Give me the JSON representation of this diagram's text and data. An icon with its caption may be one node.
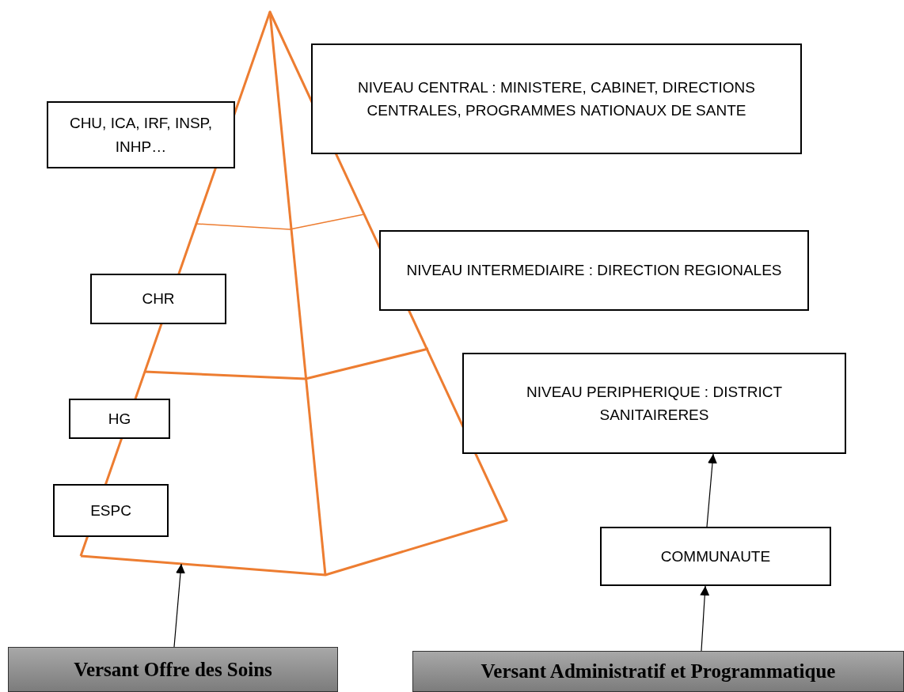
{
  "diagram": {
    "nodes": [
      {
        "text": [],
        "shape": "pyramid"
      },
      {
        "text": [
          "CHU, ICA, IRF, INSP, INHP…"
        ]
      },
      {
        "text": [
          "NIVEAU CENTRAL : MINISTERE, CABINET, DIRECTIONS CENTRALES, PROGRAMMES NATIONAUX DE SANTE"
        ]
      },
      {
        "text": [
          "NIVEAU INTERMEDIAIRE : DIRECTION REGIONALES"
        ]
      },
      {
        "text": [
          "CHR"
        ]
      },
      {
        "text": [
          "NIVEAU PERIPHERIQUE : DISTRICT SANITAIRERES"
        ]
      },
      {
        "text": [
          "HG"
        ]
      },
      {
        "text": [
          "ESPC"
        ]
      },
      {
        "text": [
          "COMMUNAUTE"
        ]
      },
      {
        "text": [
          "Versant Offre des Soins"
        ]
      },
      {
        "text": [
          "Versant Administratif et Programmatique"
        ]
      }
    ],
    "edges": [
      {
        "from": 9,
        "to": 0,
        "arrow": "to"
      },
      {
        "from": 8,
        "to": 5,
        "arrow": "to"
      },
      {
        "from": 10,
        "to": 8,
        "arrow": "to"
      }
    ]
  }
}
